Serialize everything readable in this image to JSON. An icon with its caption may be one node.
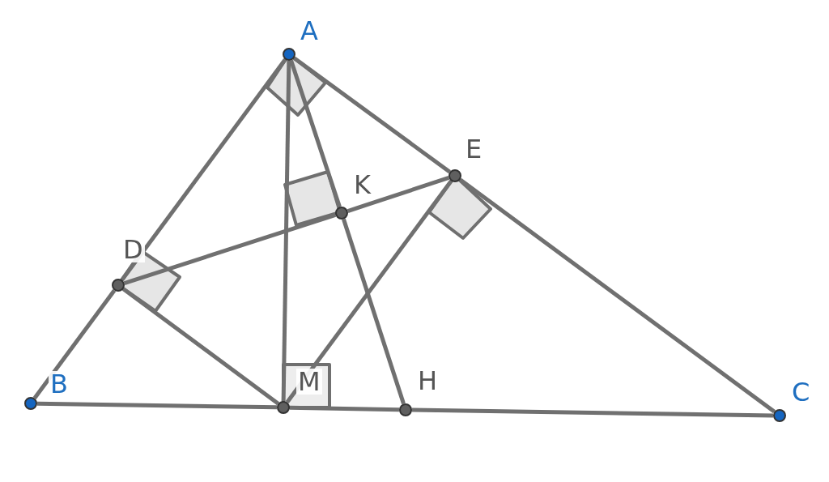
{
  "diagram": {
    "nodes": [
      {
        "text": [
          "A"
        ]
      },
      {
        "text": [
          "B"
        ]
      },
      {
        "text": [
          "C"
        ]
      },
      {
        "text": [
          "D"
        ]
      },
      {
        "text": [
          "E"
        ]
      },
      {
        "text": [
          "K"
        ]
      },
      {
        "text": [
          "M"
        ]
      },
      {
        "text": [
          "H"
        ]
      }
    ],
    "edges": [
      {
        "from": 0,
        "to": 3,
        "arrow": "none"
      },
      {
        "from": 3,
        "to": 1,
        "arrow": "none"
      },
      {
        "from": 0,
        "to": 4,
        "arrow": "none"
      },
      {
        "from": 4,
        "to": 2,
        "arrow": "none"
      },
      {
        "from": 1,
        "to": 6,
        "arrow": "none"
      },
      {
        "from": 6,
        "to": 7,
        "arrow": "none"
      },
      {
        "from": 7,
        "to": 2,
        "arrow": "none"
      },
      {
        "from": 0,
        "to": 6,
        "arrow": "none"
      },
      {
        "from": 0,
        "to": 5,
        "arrow": "none"
      },
      {
        "from": 5,
        "to": 7,
        "arrow": "none"
      },
      {
        "from": 3,
        "to": 5,
        "arrow": "none"
      },
      {
        "from": 5,
        "to": 4,
        "arrow": "none"
      },
      {
        "from": 3,
        "to": 6,
        "arrow": "none"
      },
      {
        "from": 4,
        "to": 6,
        "arrow": "none"
      }
    ]
  }
}
